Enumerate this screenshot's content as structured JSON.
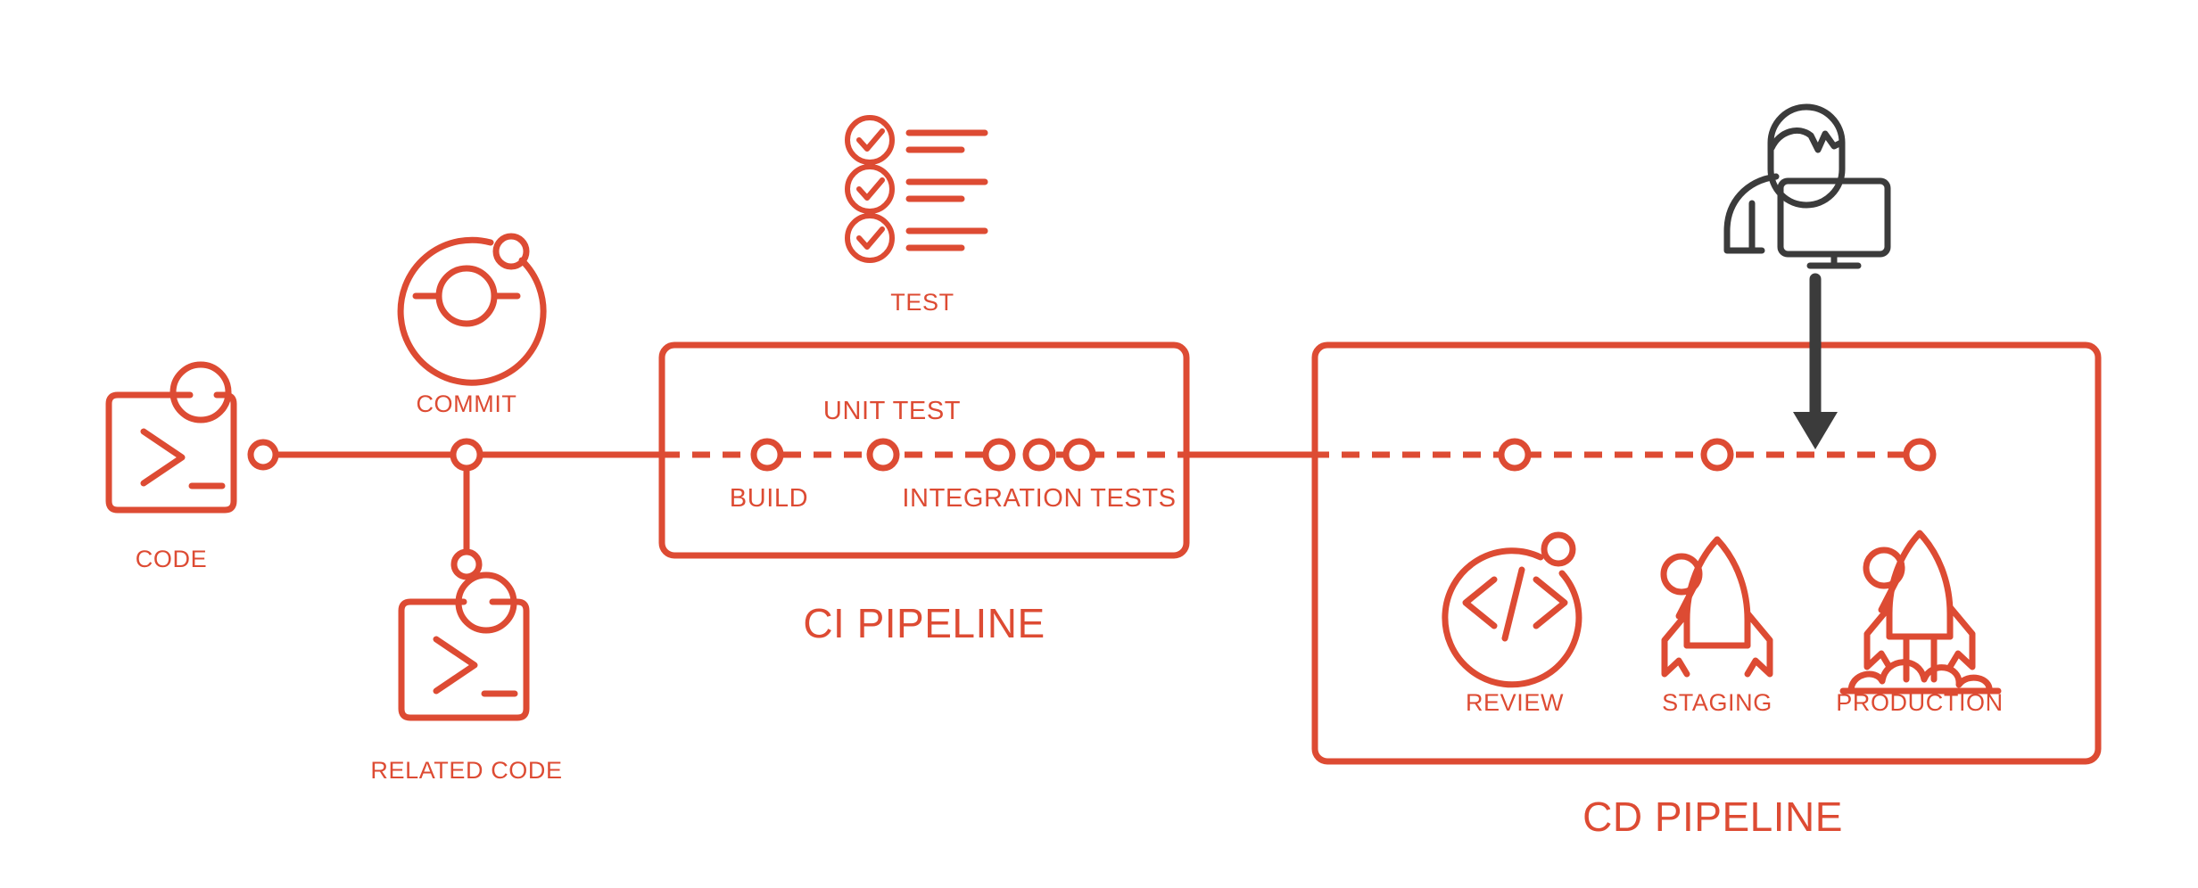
{
  "diagram": {
    "title": "CI/CD Pipeline Diagram",
    "accent_color": "#dd4b33",
    "dark_color": "#3b3b3b",
    "background_color": "#ffffff"
  },
  "stages": {
    "code": {
      "label": "CODE",
      "icon": "terminal-code-icon"
    },
    "related_code": {
      "label": "RELATED CODE",
      "icon": "terminal-code-icon"
    },
    "commit": {
      "label": "COMMIT",
      "icon": "git-commit-icon"
    },
    "test": {
      "label": "TEST",
      "icon": "checklist-icon"
    }
  },
  "ci_pipeline": {
    "title": "CI PIPELINE",
    "nodes": [
      {
        "label": "BUILD",
        "position": "below"
      },
      {
        "label": "UNIT TEST",
        "position": "above"
      },
      {
        "label": "INTEGRATION TESTS",
        "position": "below"
      }
    ]
  },
  "cd_pipeline": {
    "title": "CD PIPELINE",
    "nodes": [
      {
        "label": "REVIEW",
        "icon": "code-brackets-circle-icon"
      },
      {
        "label": "STAGING",
        "icon": "rocket-grounded-icon"
      },
      {
        "label": "PRODUCTION",
        "icon": "rocket-launching-icon"
      }
    ]
  },
  "operator": {
    "icon": "person-at-computer-icon",
    "arrow": "down-arrow-icon"
  }
}
